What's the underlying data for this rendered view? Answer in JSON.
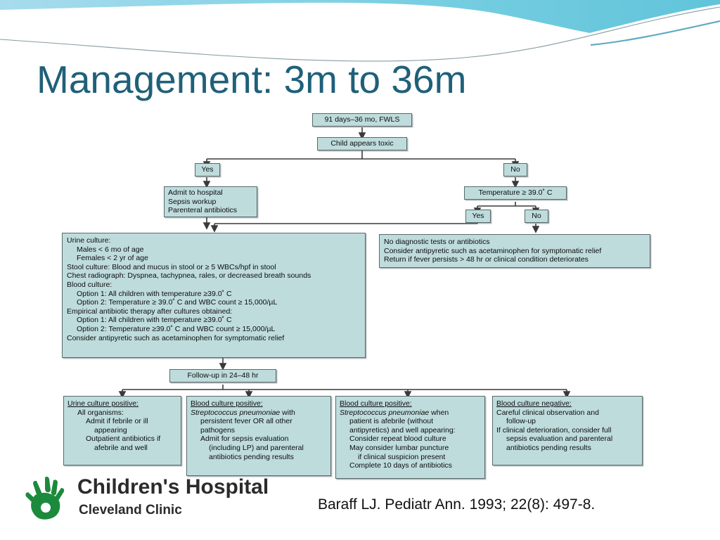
{
  "slide": {
    "title": "Management:  3m to 36m",
    "citation": "Baraff LJ. Pediatr Ann. 1993; 22(8): 497-8.",
    "accent_color": "#1f6079",
    "node_fill": "#bfdcdd",
    "node_border": "#59696b",
    "band_color": "#6ec6dd",
    "logo_green": "#1c8a3c"
  },
  "logo": {
    "icon": "handprint-icon",
    "brand": "Children's Hospital",
    "sub": "Cleveland Clinic"
  },
  "flowchart": {
    "type": "clinical-decision-tree",
    "nodes": {
      "root": {
        "label": "91 days–36 mo, FWLS"
      },
      "toxic": {
        "label": "Child appears toxic"
      },
      "toxic_yes": {
        "label": "Yes"
      },
      "toxic_no": {
        "label": "No"
      },
      "admit": {
        "lines": [
          "Admit to hospital",
          "Sepsis workup",
          "Parenteral antibiotics"
        ]
      },
      "temperature": {
        "label": "Temperature ≥ 39.0˚ C"
      },
      "temp_yes": {
        "label": "Yes"
      },
      "temp_no": {
        "label": "No"
      },
      "workup": {
        "lines": [
          {
            "text": "Urine culture:",
            "indent": 0
          },
          {
            "text": "Males    < 6 mo of age",
            "indent": 1
          },
          {
            "text": "Females < 2 yr of age",
            "indent": 1
          },
          {
            "text": "Stool culture: Blood and mucus in stool or ≥ 5 WBCs/hpf in stool",
            "indent": 0
          },
          {
            "text": "Chest radiograph: Dyspnea, tachypnea, rales, or decreased breath sounds",
            "indent": 0
          },
          {
            "text": "Blood culture:",
            "indent": 0
          },
          {
            "text": "Option 1: All children with temperature ≥39.0˚ C",
            "indent": 1
          },
          {
            "text": "Option 2: Temperature ≥ 39.0˚ C and WBC count ≥ 15,000/µL",
            "indent": 1
          },
          {
            "text": "Empirical antibiotic therapy after cultures obtained:",
            "indent": 0
          },
          {
            "text": "Option 1: All children with temperature ≥39.0˚ C",
            "indent": 1
          },
          {
            "text": "Option 2: Temperature ≥39.0˚ C and WBC count ≥ 15,000/µL",
            "indent": 1
          },
          {
            "text": "Consider antipyretic such as acetaminophen for symptomatic relief",
            "indent": 0
          }
        ]
      },
      "no_tests": {
        "lines": [
          "No diagnostic tests or antibiotics",
          "Consider antipyretic such as acetaminophen for symptomatic relief",
          "Return if fever persists > 48 hr or clinical condition deteriorates"
        ]
      },
      "followup": {
        "label": "Follow-up in 24–48 hr"
      },
      "outcome_urine": {
        "header": "Urine culture positive:",
        "lines": [
          {
            "text": "All organisms:",
            "indent": 1
          },
          {
            "text": "Admit if febrile or ill",
            "indent": 2
          },
          {
            "text": "appearing",
            "indent": 3
          },
          {
            "text": "Outpatient antibiotics if",
            "indent": 2
          },
          {
            "text": "afebrile and well",
            "indent": 3
          }
        ]
      },
      "outcome_blood_pos_fever": {
        "header": "Blood culture positive:",
        "lines": [
          {
            "text": "Streptococcus pneumoniae",
            "indent": 0,
            "italic_prefix": "Streptococcus pneumoniae",
            "tail": " with"
          },
          {
            "text": "persistent fever OR all other",
            "indent": 1
          },
          {
            "text": "pathogens",
            "indent": 1
          },
          {
            "text": "Admit for sepsis evaluation",
            "indent": 1
          },
          {
            "text": "(including LP) and parenteral",
            "indent": 2
          },
          {
            "text": "antibiotics pending results",
            "indent": 2
          }
        ]
      },
      "outcome_blood_pos_afebrile": {
        "header": "Blood culture positive:",
        "lines": [
          {
            "text": "Streptococcus pneumoniae",
            "indent": 0,
            "italic_prefix": "Streptococcus pneumoniae",
            "tail": " when"
          },
          {
            "text": "patient is afebrile (without",
            "indent": 1
          },
          {
            "text": "antipyretics) and well appearing:",
            "indent": 1
          },
          {
            "text": "Consider repeat blood culture",
            "indent": 1
          },
          {
            "text": "May consider lumbar puncture",
            "indent": 1
          },
          {
            "text": "if clinical suspicion present",
            "indent": 2
          },
          {
            "text": "Complete 10 days of antibiotics",
            "indent": 1
          }
        ]
      },
      "outcome_blood_neg": {
        "header": "Blood culture negative:",
        "lines": [
          {
            "text": "Careful clinical observation and",
            "indent": 0
          },
          {
            "text": "follow-up",
            "indent": 1
          },
          {
            "text": "If clinical deterioration, consider full",
            "indent": 0
          },
          {
            "text": "sepsis evaluation and parenteral",
            "indent": 1
          },
          {
            "text": "antibiotics pending results",
            "indent": 1
          }
        ]
      }
    }
  }
}
